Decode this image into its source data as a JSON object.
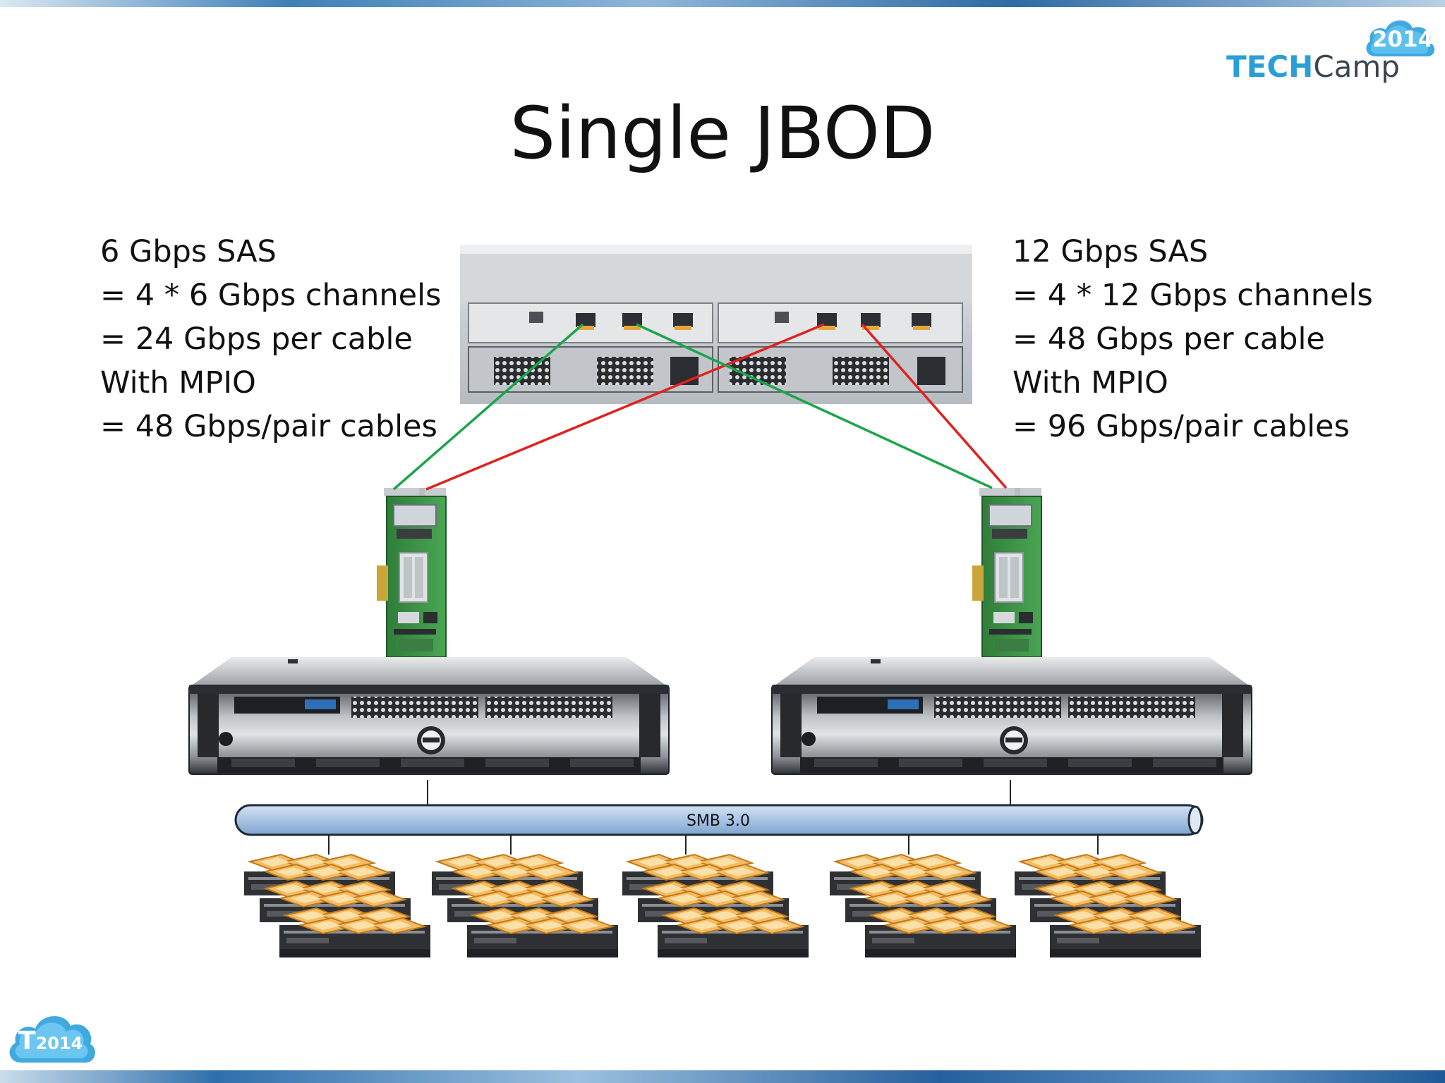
{
  "slide": {
    "title": "Single JBOD",
    "left_spec": [
      "6 Gbps SAS",
      "= 4 * 6 Gbps channels",
      "= 24 Gbps per cable",
      "With MPIO",
      "= 48 Gbps/pair cables"
    ],
    "right_spec": [
      "12 Gbps SAS",
      "= 4 * 12 Gbps channels",
      "= 48 Gbps per cable",
      "With MPIO",
      "= 96 Gbps/pair cables"
    ],
    "network_label": "SMB 3.0"
  },
  "logo": {
    "tech": "TECH",
    "camp": "Camp",
    "year": "2014"
  },
  "corner_logo": {
    "letter": "T",
    "year": "2014"
  },
  "colors": {
    "cable_green": "#1aa64a",
    "cable_red": "#e0211e",
    "bus_fill": "#a9c4e4",
    "disk_orange": "#f3b55a",
    "brand_blue": "#2a9fd6"
  },
  "icons": [
    "jbod-enclosure",
    "sas-hba-card",
    "rack-server",
    "disk-shelf",
    "cloud-logo"
  ]
}
